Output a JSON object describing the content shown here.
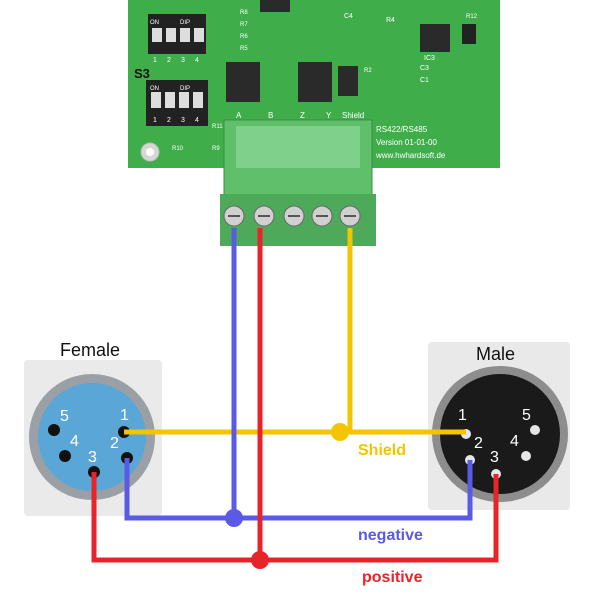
{
  "board": {
    "switch_label": "S3",
    "dip_marks": [
      "ON",
      "DIP"
    ],
    "dip_numbers": [
      "1",
      "2",
      "3",
      "4"
    ],
    "resistors": [
      "R8",
      "R7",
      "R6",
      "R5",
      "R10",
      "R11",
      "R9",
      "R2",
      "R4",
      "R12",
      "C4",
      "C3",
      "C1",
      "IC3"
    ],
    "terminal_labels": [
      "A",
      "B",
      "Z",
      "Y",
      "Shield"
    ],
    "silkscreen": [
      "RS422/RS485",
      "Version 01-01-00",
      "www.hwhardsoft.de"
    ]
  },
  "female_connector": {
    "title": "Female",
    "pins": [
      "1",
      "2",
      "3",
      "4",
      "5"
    ]
  },
  "male_connector": {
    "title": "Male",
    "pins": [
      "1",
      "2",
      "3",
      "4",
      "5"
    ]
  },
  "wires": {
    "shield": {
      "label": "Shield",
      "color": "#f5c400"
    },
    "negative": {
      "label": "negative",
      "color": "#5a5ae6"
    },
    "positive": {
      "label": "positive",
      "color": "#e8242b"
    }
  },
  "colors": {
    "pcb": "#3fae4a",
    "terminal": "#5fbf6a",
    "female_body": "#5aa6d6",
    "male_body": "#1a1a1a"
  }
}
